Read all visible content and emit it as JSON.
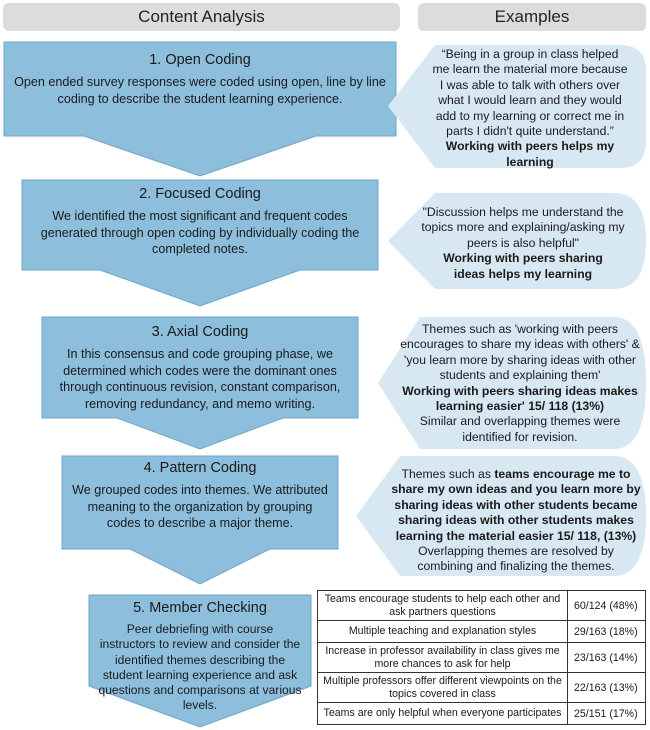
{
  "headers": {
    "left": "Content Analysis",
    "right": "Examples"
  },
  "stages": [
    {
      "title": "1. Open Coding",
      "description": "Open ended survey responses were coded using open, line by line coding to describe the student learning experience."
    },
    {
      "title": "2. Focused Coding",
      "description": "We identified the most significant and frequent codes generated through open coding by individually coding the completed notes."
    },
    {
      "title": "3. Axial Coding",
      "description": "In this consensus and code grouping phase, we determined which codes were the dominant ones through continuous revision, constant comparison, removing redundancy, and memo writing."
    },
    {
      "title": "4. Pattern Coding",
      "description": "We grouped codes into themes. We attributed meaning to the organization by grouping codes to describe a major theme."
    },
    {
      "title": "5. Member Checking",
      "description": "Peer debriefing with course instructors to review and consider the identified themes describing the student learning experience and ask questions and comparisons at various levels."
    }
  ],
  "examples": [
    {
      "quote": "“Being in a group in class helped me learn the material more because I was able to talk with others over what I would learn and they would add to my learning or correct me in parts I didn't quite understand.”",
      "code": "Working with peers helps my learning"
    },
    {
      "quote": "\"Discussion helps me understand the topics more and explaining/asking my peers is also helpful\"",
      "code": "Working with peers  sharing ideas helps my learning"
    },
    {
      "intro": "Themes such as 'working with peers encourages to share my ideas with others' & 'you learn more by sharing ideas with other students and explaining them'",
      "code": "Working with peers sharing ideas makes learning easier' 15/ 118 (13%)",
      "outro": "Similar and overlapping themes were identified for revision."
    },
    {
      "intro": "Themes such as",
      "code": "teams encourage me to share my own ideas and you learn more by sharing ideas with other students  became sharing ideas with other students makes learning the material easier 15/ 118, (13%)",
      "outro": "Overlapping themes are resolved by combining and finalizing the themes."
    }
  ],
  "results": [
    {
      "theme": "Teams encourage students to help each other and ask partners questions",
      "value": "60/124  (48%)"
    },
    {
      "theme": "Multiple teaching and explanation styles",
      "value": "29/163 (18%)"
    },
    {
      "theme": "Increase in professor availability in class gives me more chances to ask for help",
      "value": "23/163 (14%)"
    },
    {
      "theme": "Multiple professors offer different viewpoints on the topics covered in class",
      "value": "22/163 (13%)"
    },
    {
      "theme": "Teams are only helpful when everyone participates",
      "value": "25/151 (17%)"
    }
  ],
  "colors": {
    "funnel": "#8dbfdd",
    "funnel_stroke": "#6fa6c8",
    "callout": "#d8e8f2",
    "header": "#dcdcdc"
  }
}
